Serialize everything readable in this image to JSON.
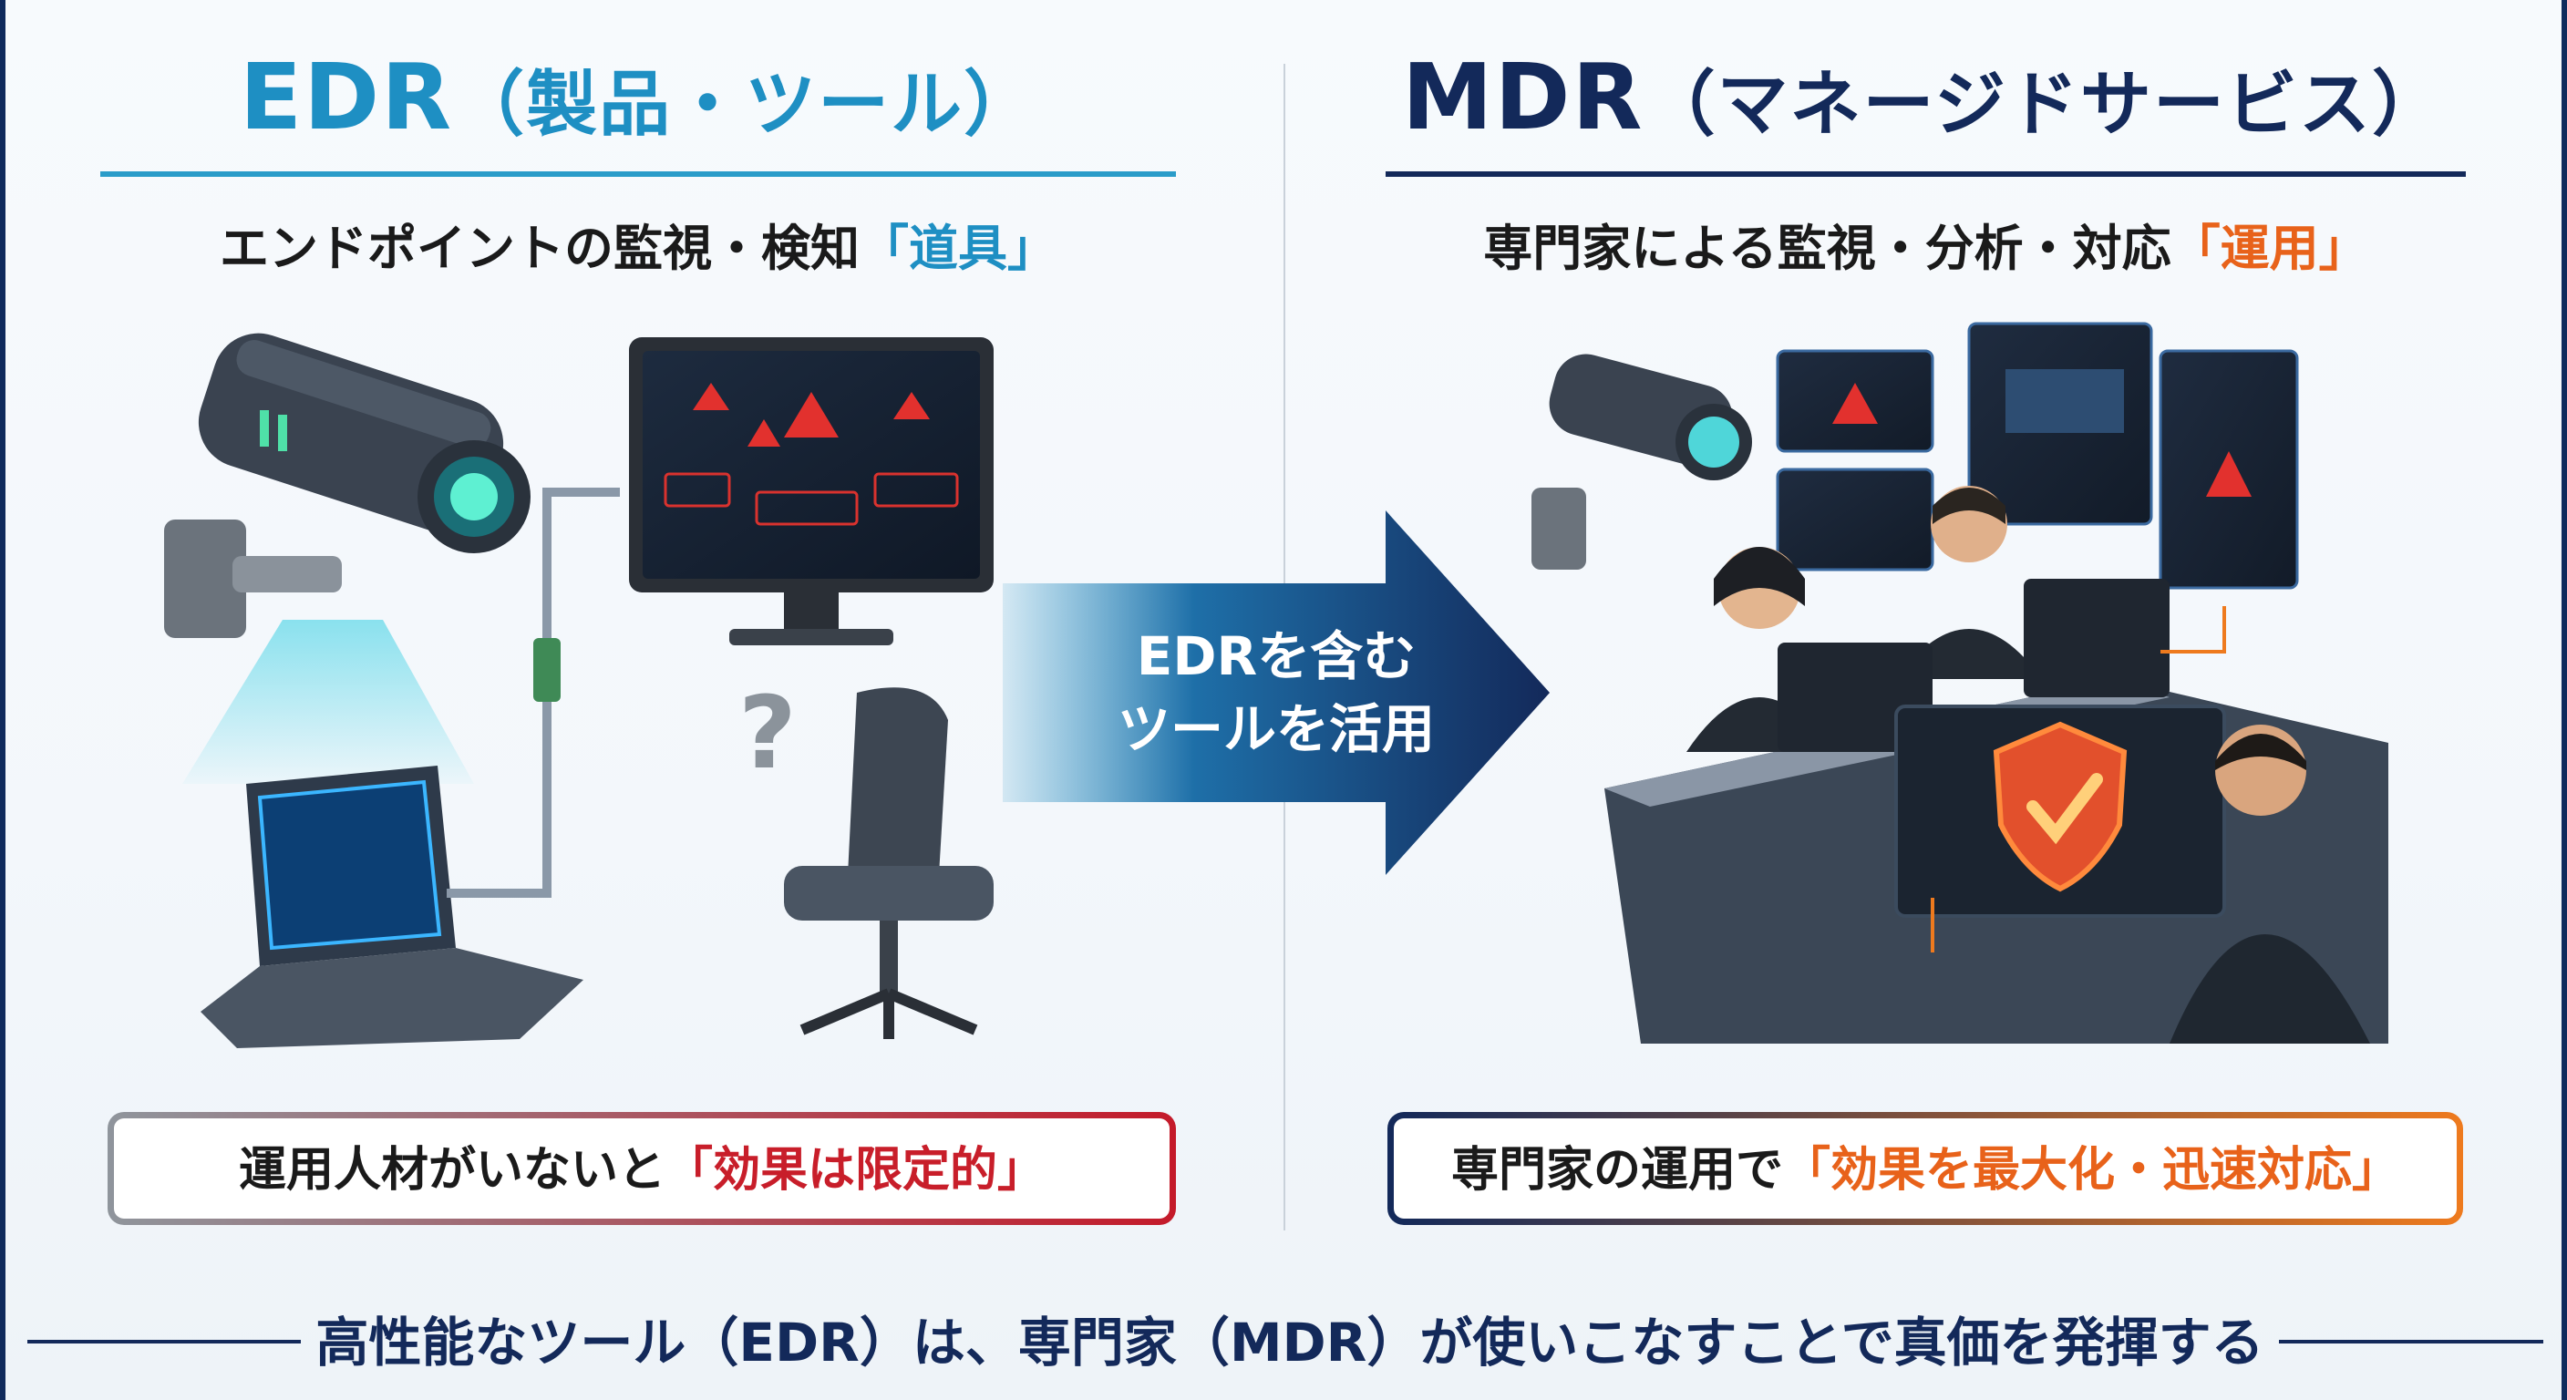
{
  "left": {
    "title_main": "EDR",
    "title_paren": "（製品・ツール）",
    "subtitle_pre": "エンドポイントの監視・検知",
    "subtitle_hl": "「道具」",
    "box_pre": "運用人材がいないと",
    "box_hl": "「効果は限定的」"
  },
  "right": {
    "title_main": "MDR",
    "title_paren": "（マネージドサービス）",
    "subtitle_pre": "専門家による監視・分析・対応",
    "subtitle_hl": "「運用」",
    "box_pre": "専門家の運用で",
    "box_hl": "「効果を最大化・迅速対応」"
  },
  "arrow": {
    "line1": "EDRを含む",
    "line2": "ツールを活用"
  },
  "question_mark": "?",
  "footer": "高性能なツール（EDR）は、専門家（MDR）が使いこなすことで真価を発揮する",
  "colors": {
    "edr_blue": "#1e8fc3",
    "mdr_navy": "#13295a",
    "alert_red": "#c81e2a",
    "accent_orange": "#e8621a"
  }
}
